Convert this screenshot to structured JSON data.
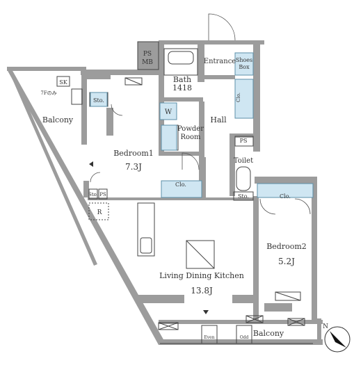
{
  "rooms": {
    "ps_mb_1": "PS",
    "ps_mb_2": "MB",
    "bath_1": "Bath",
    "bath_2": "1418",
    "entrance": "Entrance",
    "shoes_box_1": "Shoes",
    "shoes_box_2": "Box",
    "sk": "SK",
    "sk_note": "7Fのみ",
    "balcony_left": "Balcony",
    "sto_bedroom1": "Sto.",
    "w": "W",
    "powder_1": "Powder",
    "powder_2": "Room",
    "hall": "Hall",
    "bedroom1_name": "Bedroom1",
    "bedroom1_size": "7.3J",
    "ps_hall": "PS",
    "toilet": "Toilet",
    "clo_bedroom1": "Clo.",
    "clo_entrance": "Clo.",
    "sto_toilet": "Sto.",
    "clo_bedroom2": "Clo.",
    "sto_ldk": "Sto.",
    "ps_ldk": "PS",
    "r": "R",
    "bedroom2_name": "Bedroom2",
    "bedroom2_size": "5.2J",
    "ldk_name": "Living Dining Kitchen",
    "ldk_size": "13.8J",
    "even": "Even",
    "odd": "Odd",
    "balcony_bottom": "Balcony",
    "north": "N"
  }
}
